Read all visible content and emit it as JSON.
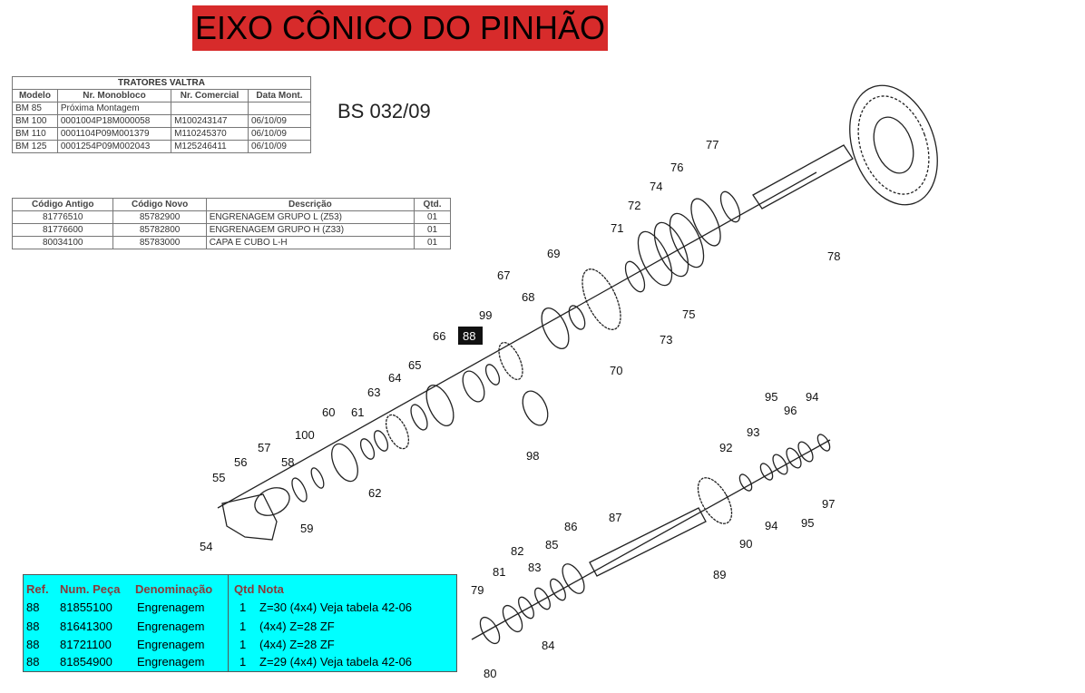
{
  "title": "EIXO CÔNICO DO PINHÃO",
  "doc_ref": "BS 032/09",
  "tractor_table": {
    "caption": "TRATORES VALTRA",
    "headers": [
      "Modelo",
      "Nr. Monobloco",
      "Nr. Comercial",
      "Data Mont."
    ],
    "rows": [
      [
        "BM 85",
        "Próxima Montagem",
        "",
        ""
      ],
      [
        "BM 100",
        "0001004P18M000058",
        "M100243147",
        "06/10/09"
      ],
      [
        "BM 110",
        "0001104P09M001379",
        "M110245370",
        "06/10/09"
      ],
      [
        "BM 125",
        "0001254P09M002043",
        "M125246411",
        "06/10/09"
      ]
    ]
  },
  "parts_table_old": {
    "headers": [
      "Código Antigo",
      "Código Novo",
      "Descrição",
      "Qtd."
    ],
    "rows": [
      [
        "81776510",
        "85782900",
        "ENGRENAGEM GRUPO L (Z53)",
        "01"
      ],
      [
        "81776600",
        "85782800",
        "ENGRENAGEM GRUPO H (Z33)",
        "01"
      ],
      [
        "80034100",
        "85783000",
        "CAPA E CUBO L-H",
        "01"
      ]
    ]
  },
  "ref_table": {
    "headers": {
      "ref": "Ref.",
      "num": "Num. Peça",
      "den": "Denominação",
      "qtd": "Qtd",
      "nota": "Nota"
    },
    "rows": [
      {
        "ref": "88",
        "num": "81855100",
        "den": "Engrenagem",
        "qtd": "1",
        "nota": "Z=30 (4x4) Veja tabela 42-06"
      },
      {
        "ref": "88",
        "num": "81641300",
        "den": "Engrenagem",
        "qtd": "1",
        "nota": "(4x4) Z=28  ZF"
      },
      {
        "ref": "88",
        "num": "81721100",
        "den": "Engrenagem",
        "qtd": "1",
        "nota": "(4x4) Z=28  ZF"
      },
      {
        "ref": "88",
        "num": "81854900",
        "den": "Engrenagem",
        "qtd": "1",
        "nota": "Z=29 (4x4) Veja tabela 42-06"
      }
    ]
  },
  "callouts": [
    "54",
    "55",
    "56",
    "57",
    "58",
    "59",
    "60",
    "61",
    "62",
    "63",
    "64",
    "65",
    "66",
    "67",
    "68",
    "69",
    "70",
    "71",
    "72",
    "73",
    "74",
    "75",
    "76",
    "77",
    "78",
    "79",
    "80",
    "81",
    "82",
    "83",
    "84",
    "85",
    "86",
    "87",
    "88",
    "89",
    "90",
    "92",
    "93",
    "94",
    "94",
    "95",
    "95",
    "96",
    "97",
    "98",
    "99",
    "100"
  ],
  "highlighted_callout": "88",
  "colors": {
    "banner": "#d72b2b",
    "ref_table_bg": "#00ffff",
    "ref_header": "#8a3a3a"
  }
}
